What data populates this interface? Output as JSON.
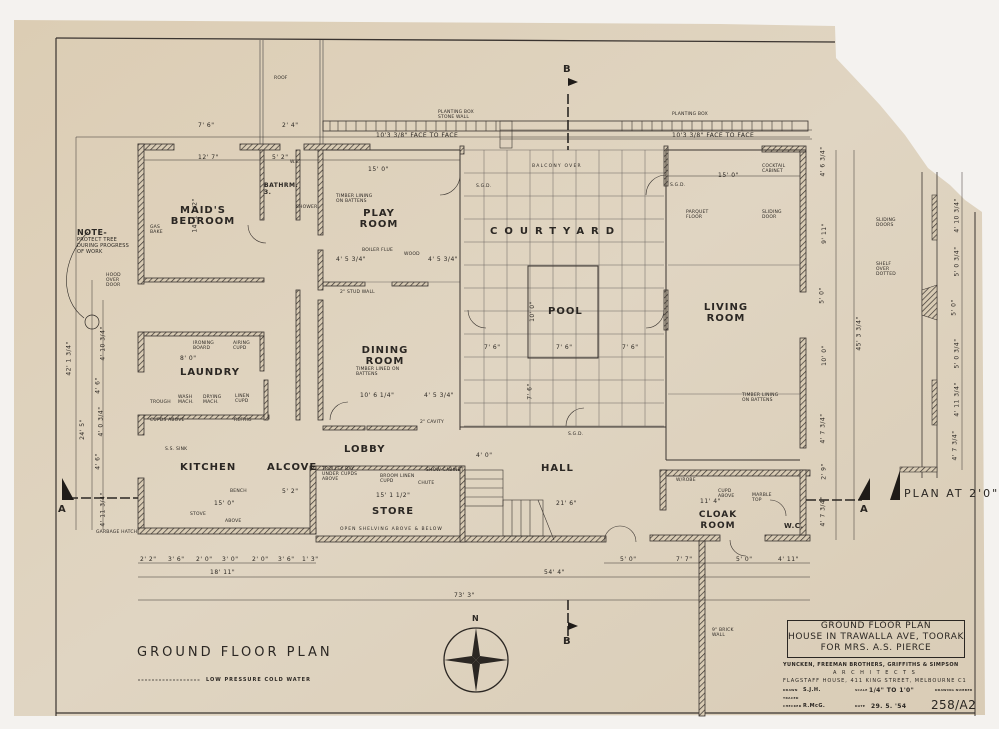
{
  "drawing": {
    "title": "GROUND FLOOR PLAN",
    "subtitle_line1": "HOUSE IN TRAWALLA AVE, TOORAK",
    "subtitle_line2": "FOR MRS. A.S. PIERCE",
    "architects": "YUNCKEN, FREEMAN BROTHERS, GRIFFITHS & SIMPSON",
    "architects_label": "A R C H I T E C T S",
    "address": "FLAGSTAFF HOUSE, 411 KING STREET, MELBOURNE C1",
    "drawn_label": "DRAWN",
    "drawn_by": "S.J.H.",
    "traced_label": "TRACED",
    "checked_label": "CHECKED",
    "checked_by": "R.McG.",
    "scale_label": "SCALE",
    "scale": "1/4\" TO 1'0\"",
    "date_label": "DATE",
    "date": "29. 5. '54",
    "drawing_number_label": "DRAWING NUMBER",
    "drawing_number": "258/A2"
  },
  "plan_title": "GROUND FLOOR PLAN",
  "legend": {
    "line_style": "dashed",
    "label": "LOW PRESSURE COLD WATER"
  },
  "plan_at_label": "PLAN AT 2'0\"",
  "section_markers": {
    "a_left": "A",
    "a_right": "A",
    "b_top": "B",
    "b_bottom": "B"
  },
  "north_label": "N",
  "note": {
    "heading": "NOTE-",
    "lines": [
      "PROTECT TREE",
      "DURING PROGRESS",
      "OF WORK"
    ]
  },
  "rooms": {
    "maids_bedroom": "MAID'S BEDROOM",
    "bathroom": "BATHRM. 3.",
    "wc_top": "W.C.",
    "play_room": "PLAY ROOM",
    "courtyard": "COURTYARD",
    "pool": "POOL",
    "living_room": "LIVING ROOM",
    "laundry": "LAUNDRY",
    "dining_room": "DINING ROOM",
    "lobby": "LOBBY",
    "kitchen": "KITCHEN",
    "alcove": "ALCOVE",
    "store": "STORE",
    "hall": "HALL",
    "cloak_room": "CLOAK ROOM",
    "wc": "W.C."
  },
  "annotations": {
    "roof": "ROOF",
    "planting_box_stone_wall": "PLANTING BOX STONE WALL",
    "planting_box": "PLANTING BOX",
    "face_to_face_left": "10'3 3/8\" FACE TO FACE",
    "face_to_face_right": "10'3 3/8\" FACE TO FACE",
    "timber_lining_play": "TIMBER LINING ON BATTENS",
    "balcony_over": "BALCONY OVER",
    "parquet_floor": "PARQUET FLOOR",
    "cocktail_cabinet": "COCKTAIL CABINET",
    "sliding_door": "SLIDING DOOR",
    "timber_lining_living": "TIMBER LINING ON BATTENS",
    "timber_lined_dining": "TIMBER LINED ON BATTENS",
    "boiler_flue": "BOILER FLUE",
    "wood": "WOOD",
    "stud_wall": "2\" STUD WALL",
    "cavity": "2\" CAVITY",
    "ironing_board": "IRONING BOARD",
    "airing_cupd": "AIRING CUPD",
    "trough": "TROUGH",
    "wash_mach": "WASH MACH.",
    "drying_mach": "DRYING MACH.",
    "linen_cupd": "LINEN CUPD",
    "cupds_above": "CUPDS ABOVE",
    "refrig": "REFRIG",
    "ss_sink": "S.S. SINK",
    "bench": "BENCH",
    "stove": "STOVE",
    "above": "ABOVE",
    "garbage_hatch": "GARBAGE HATCH",
    "trolley_bay": "TROLLEY BAY UNDER CUPDS ABOVE",
    "broom_cupd": "BROOM CUPD",
    "linen": "LINEN",
    "chute": "CHUTE",
    "open_shelving": "OPEN SHELVING ABOVE & BELOW",
    "show_cabinet": "SHOW CABINET",
    "w_robe": "W/ROBE",
    "cupd_above": "CUPD ABOVE",
    "marble_top": "MARBLE TOP",
    "brick_wall": "9\" BRICK WALL",
    "hood_over_door": "HOOD OVER DOOR",
    "sgd": "S.G.D.",
    "shower": "SHOWER",
    "gas_bake": "GAS BAKE",
    "shelf_over_dotted": "SHELF OVER DOTTED",
    "sliding_doors": "SLIDING DOORS"
  },
  "dimensions": {
    "maid_width": "12' 7\"",
    "maid_depth": "14' 1 1/2\"",
    "bath_width": "5' 2\"",
    "top_small": "2' 4\"",
    "top_left": "7' 6\"",
    "play_width": "15' 0\"",
    "living_width": "15' 0\"",
    "pool_depth": "10' 0\"",
    "pool_width": "7' 6\"",
    "court_left": "7' 6\"",
    "court_right": "7' 6\"",
    "court_lower": "7' 6\"",
    "laundry_width": "8' 0\"",
    "dining_width": "10' 6 1/4\"",
    "dining_right": "4' 5 3/4\"",
    "play_boiler_left": "4' 5 3/4\"",
    "play_boiler_right": "4' 5 3/4\"",
    "kitchen_width": "15' 0\"",
    "alcove_width": "5' 2\"",
    "store_width": "15' 1 1/2\"",
    "hall_width": "21' 6\"",
    "stair_width": "4' 0\"",
    "cloak_width": "11' 4\"",
    "bottom_chain": [
      "2' 2\"",
      "3' 6\"",
      "2' 0\"",
      "3' 0\"",
      "2' 0\"",
      "3' 6\"",
      "1' 3\""
    ],
    "bottom_right_chain": [
      "5' 0\"",
      "7' 7\"",
      "5' 0\"",
      "4' 11\""
    ],
    "wing_total": "18' 11\"",
    "main_total": "54' 4\"",
    "overall_total": "73' 3\"",
    "left_overall": "42' 1 3/4\"",
    "left_mid": "24' 5\"",
    "left_chain": [
      "4' 10 3/4\"",
      "4' 6\"",
      "4' 0 3/4\"",
      "4' 6\"",
      "4' 11 3/4\""
    ],
    "right_overall": "45' 3 3/4\"",
    "right_chain": [
      "4' 6 3/4\"",
      "9' 11\"",
      "5' 0\"",
      "10' 0\"",
      "4' 7 3/4\"",
      "2' 9\"",
      "4' 7 3/4\""
    ],
    "elevation_chain": [
      "4' 10 3/4\"",
      "5' 0 3/4\"",
      "5' 0\"",
      "5' 0 3/4\"",
      "4' 11 3/4\"",
      "4' 7 3/4\""
    ]
  },
  "colors": {
    "paper": "#dccfb9",
    "paper_light": "#e1d6c3",
    "background": "#f4f2ef",
    "ink": "#2b2723",
    "grid": "#6a6560",
    "hatch": "#3a3430"
  }
}
